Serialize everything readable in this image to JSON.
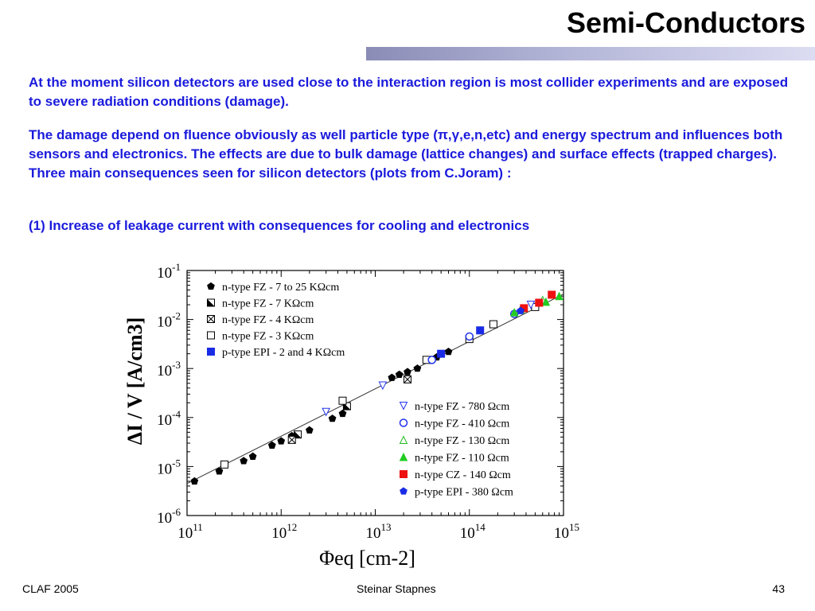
{
  "slide": {
    "title": "Semi-Conductors",
    "paragraph1": "At the moment silicon detectors are used close to the interaction region is most collider experiments and are exposed to severe radiation conditions (damage).",
    "paragraph2": "The damage depend on fluence obviously as well particle type (π,γ,e,n,etc) and energy spectrum and influences both sensors and electronics. The effects are due to bulk damage (lattice changes) and surface effects (trapped charges). Three main consequences seen for silicon detectors (plots from C.Joram) :",
    "paragraph3": "(1) Increase of leakage current with consequences for cooling and electronics"
  },
  "footer": {
    "left": "CLAF 2005",
    "center": "Steinar Stapnes",
    "right": "43"
  },
  "chart_data": {
    "type": "scatter",
    "xlabel": "Φeq [cm-2]",
    "ylabel": "ΔI / V [A/cm3]",
    "x_scale": "log",
    "y_scale": "log",
    "xlim": [
      100000000000.0,
      1000000000000000.0
    ],
    "ylim": [
      1e-06,
      0.1
    ],
    "x_ticks": [
      "10^11",
      "10^12",
      "10^13",
      "10^14",
      "10^15"
    ],
    "y_ticks": [
      "10^-6",
      "10^-5",
      "10^-4",
      "10^-3",
      "10^-2",
      "10^-1"
    ],
    "grid": false,
    "fit_line": {
      "x": [
        100000000000.0,
        1000000000000000.0
      ],
      "y": [
        4.5e-06,
        0.033
      ]
    },
    "legends": [
      {
        "placement": "top-left",
        "entries": [
          {
            "label": "n-type FZ - 7 to 25 KΩcm",
            "marker": "filled-pentagon",
            "color": "#000000"
          },
          {
            "label": "n-type FZ - 7 KΩcm",
            "marker": "half-square",
            "color": "#000000"
          },
          {
            "label": "n-type FZ - 4 KΩcm",
            "marker": "cross-square",
            "color": "#000000"
          },
          {
            "label": "n-type FZ - 3 KΩcm",
            "marker": "open-square",
            "color": "#000000"
          },
          {
            "label": "p-type EPI - 2 and 4 KΩcm",
            "marker": "filled-square",
            "color": "#1a2be6"
          }
        ]
      },
      {
        "placement": "bottom-right",
        "entries": [
          {
            "label": "n-type FZ - 780 Ωcm",
            "marker": "open-triangle-down",
            "color": "#2233ee"
          },
          {
            "label": "n-type FZ - 410 Ωcm",
            "marker": "open-circle",
            "color": "#2233ee"
          },
          {
            "label": "n-type FZ - 130 Ωcm",
            "marker": "open-triangle-up",
            "color": "#22bb22"
          },
          {
            "label": "n-type FZ - 110 Ωcm",
            "marker": "filled-triangle-up",
            "color": "#22cc22"
          },
          {
            "label": "n-type CZ - 140 Ωcm",
            "marker": "filled-square",
            "color": "#ee1111"
          },
          {
            "label": "p-type EPI - 380 Ωcm",
            "marker": "filled-pentagon",
            "color": "#1a2be6"
          }
        ]
      }
    ],
    "series": [
      {
        "name": "n-type FZ - 7 to 25 KΩcm",
        "marker": "filled-pentagon",
        "color": "#000000",
        "x": [
          120000000000.0,
          220000000000.0,
          400000000000.0,
          500000000000.0,
          800000000000.0,
          1000000000000.0,
          1300000000000.0,
          2000000000000.0,
          3500000000000.0,
          4500000000000.0,
          15000000000000.0,
          18000000000000.0,
          22000000000000.0,
          28000000000000.0,
          45000000000000.0,
          60000000000000.0
        ],
        "y": [
          5e-06,
          8e-06,
          1.3e-05,
          1.6e-05,
          2.7e-05,
          3.3e-05,
          4.2e-05,
          5.5e-05,
          9.5e-05,
          0.00012,
          0.00065,
          0.00075,
          0.00085,
          0.001,
          0.0017,
          0.0022
        ]
      },
      {
        "name": "n-type FZ - 7 KΩcm",
        "marker": "half-square",
        "color": "#000000",
        "x": [
          1500000000000.0,
          5000000000000.0
        ],
        "y": [
          4.5e-05,
          0.00017
        ]
      },
      {
        "name": "n-type FZ - 4 KΩcm",
        "marker": "cross-square",
        "color": "#000000",
        "x": [
          1300000000000.0,
          22000000000000.0
        ],
        "y": [
          3.5e-05,
          0.0006
        ]
      },
      {
        "name": "n-type FZ - 3 KΩcm",
        "marker": "open-square",
        "color": "#000000",
        "x": [
          250000000000.0,
          4500000000000.0,
          35000000000000.0,
          100000000000000.0,
          180000000000000.0,
          500000000000000.0
        ],
        "y": [
          1.1e-05,
          0.00022,
          0.0015,
          0.004,
          0.008,
          0.018
        ]
      },
      {
        "name": "p-type EPI - 2 and 4 KΩcm",
        "marker": "filled-square",
        "color": "#1a2be6",
        "x": [
          50000000000000.0,
          130000000000000.0
        ],
        "y": [
          0.002,
          0.006
        ]
      },
      {
        "name": "n-type FZ - 780 Ωcm",
        "marker": "open-triangle-down",
        "color": "#2233ee",
        "x": [
          3000000000000.0,
          12000000000000.0,
          450000000000000.0
        ],
        "y": [
          0.00013,
          0.00045,
          0.02
        ]
      },
      {
        "name": "n-type FZ - 410 Ωcm",
        "marker": "open-circle",
        "color": "#2233ee",
        "x": [
          40000000000000.0,
          100000000000000.0,
          300000000000000.0
        ],
        "y": [
          0.0015,
          0.0045,
          0.013
        ]
      },
      {
        "name": "n-type FZ - 130 Ωcm",
        "marker": "open-triangle-up",
        "color": "#22bb22",
        "x": [
          350000000000000.0,
          600000000000000.0
        ],
        "y": [
          0.016,
          0.025
        ]
      },
      {
        "name": "n-type FZ - 110 Ωcm",
        "marker": "filled-triangle-up",
        "color": "#22cc22",
        "x": [
          300000000000000.0,
          650000000000000.0,
          900000000000000.0
        ],
        "y": [
          0.014,
          0.023,
          0.03
        ]
      },
      {
        "name": "n-type CZ - 140 Ωcm",
        "marker": "filled-square",
        "color": "#ee1111",
        "x": [
          380000000000000.0,
          550000000000000.0,
          750000000000000.0
        ],
        "y": [
          0.017,
          0.022,
          0.032
        ]
      },
      {
        "name": "p-type EPI - 380 Ωcm",
        "marker": "filled-pentagon",
        "color": "#1a2be6",
        "x": [
          130000000000000.0,
          350000000000000.0
        ],
        "y": [
          0.006,
          0.015
        ]
      }
    ]
  }
}
